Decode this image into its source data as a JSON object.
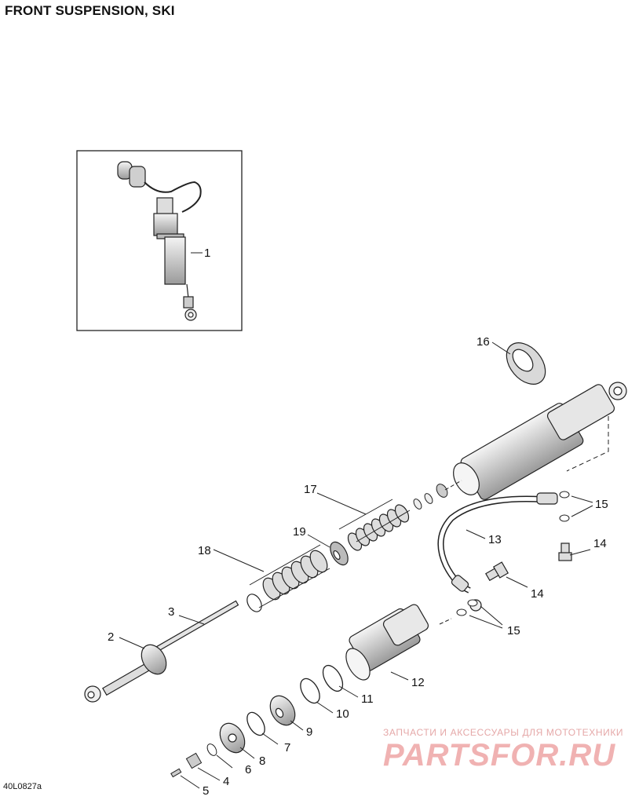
{
  "title": "FRONT SUSPENSION, SKI",
  "ref_code": "40L0827a",
  "watermark": {
    "line1": "ЗАПЧАСТИ И АКСЕССУАРЫ ДЛЯ МОТОТЕХНИКИ",
    "line2": "PARTSFOR.RU"
  },
  "callouts": {
    "c1": "1",
    "c2": "2",
    "c3": "3",
    "c4": "4",
    "c5": "5",
    "c6": "6",
    "c7": "7",
    "c8": "8",
    "c9": "9",
    "c10": "10",
    "c11": "11",
    "c12": "12",
    "c13": "13",
    "c14a": "14",
    "c14b": "14",
    "c15a": "15",
    "c15b": "15",
    "c16": "16",
    "c17": "17",
    "c18": "18",
    "c19": "19"
  }
}
